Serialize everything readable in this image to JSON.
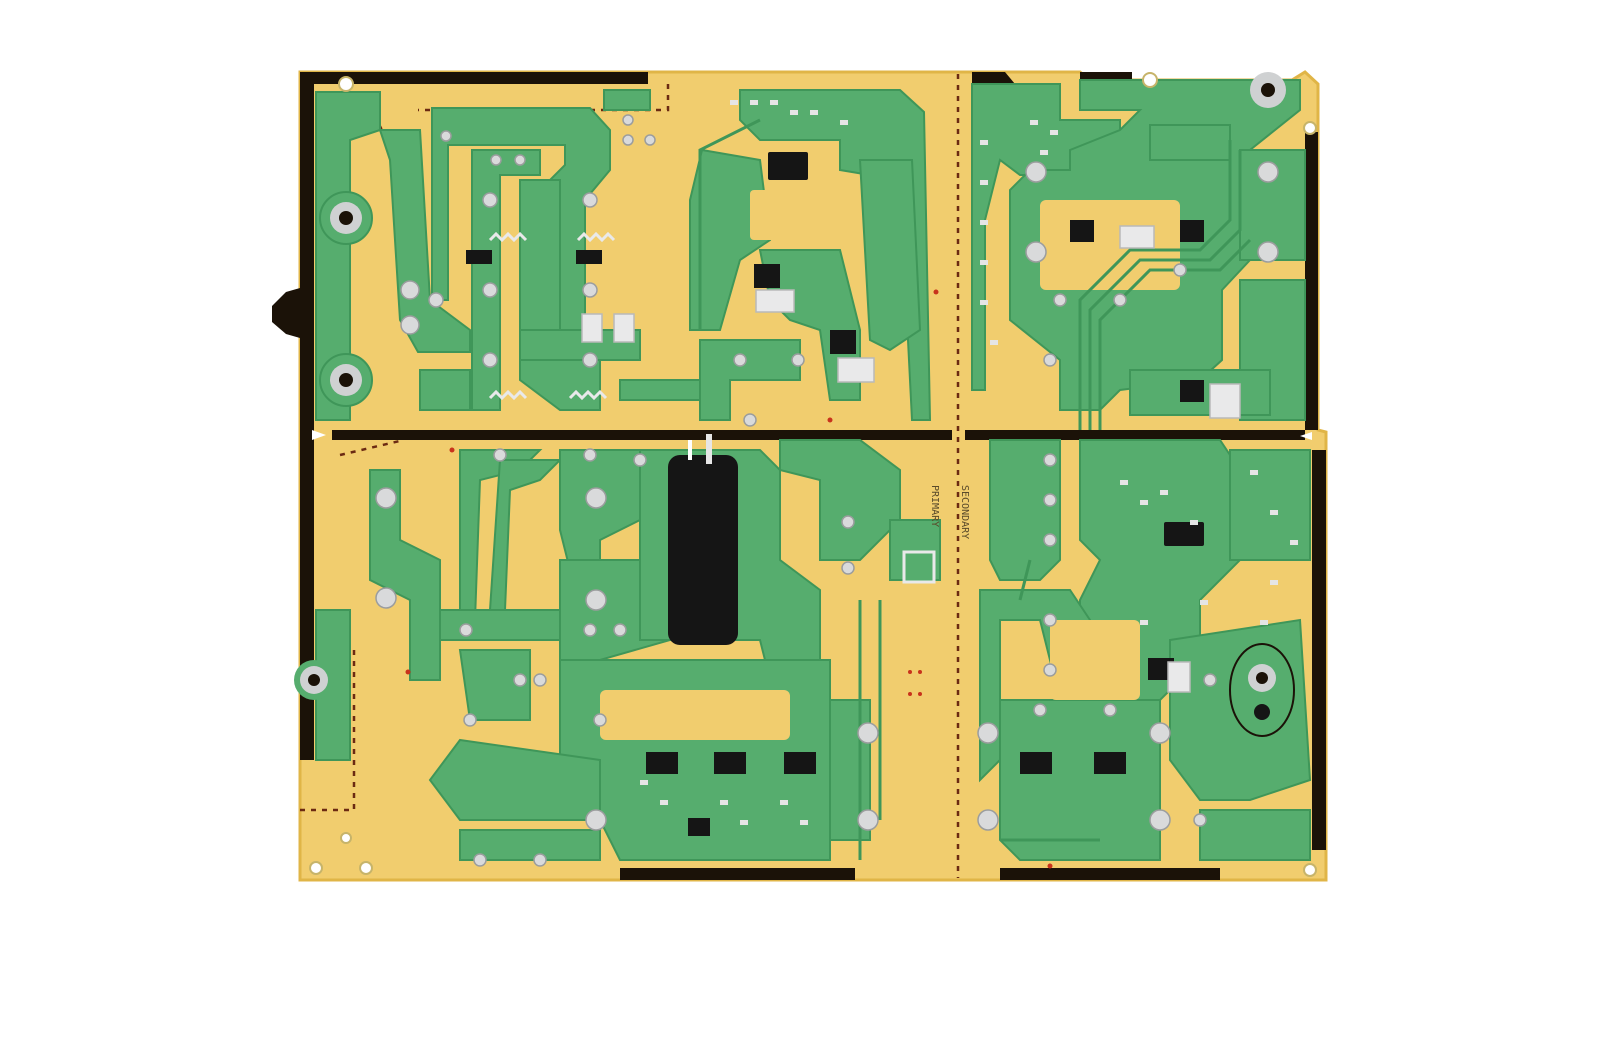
{
  "image": {
    "subject": "pcb-board-solder-side",
    "colors": {
      "background": "#ffffff",
      "substrate": "#f1cd6e",
      "substrate_edge": "#e7bf52",
      "trace_mask": "#56ad6e",
      "trace_mask_dark": "#3f9659",
      "copper_rail": "#1b1208",
      "pad": "#d9dadb",
      "chip": "#151515",
      "dotted_line": "#6b2a12"
    }
  },
  "labels": {
    "primary": "PRIMARY",
    "secondary": "SECONDARY"
  }
}
